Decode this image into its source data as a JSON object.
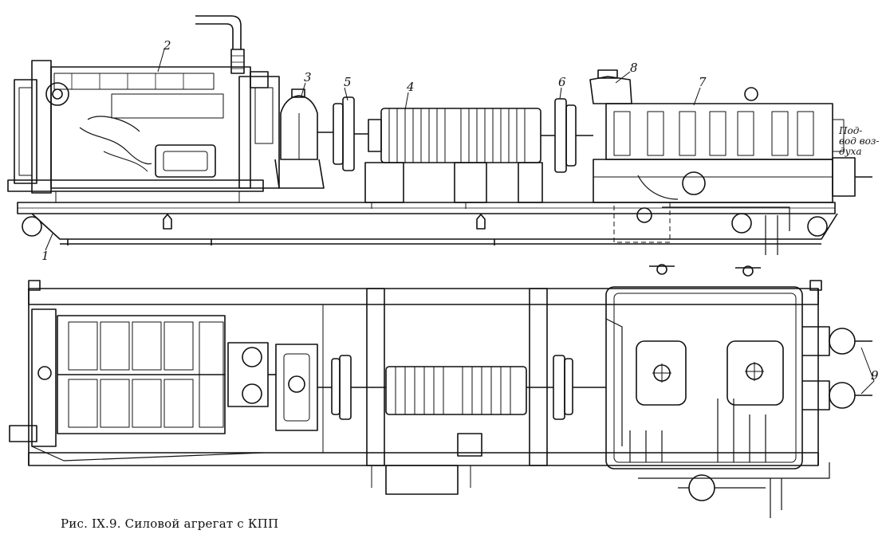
{
  "caption": "Рис. IX.9. Силовой агрегат с КПП",
  "callouts": [
    {
      "id": "1",
      "text": "1"
    },
    {
      "id": "2",
      "text": "2"
    },
    {
      "id": "3",
      "text": "3"
    },
    {
      "id": "4",
      "text": "4"
    },
    {
      "id": "5",
      "text": "5"
    },
    {
      "id": "6",
      "text": "6"
    },
    {
      "id": "7",
      "text": "7"
    },
    {
      "id": "8",
      "text": "8"
    },
    {
      "id": "9",
      "text": "9"
    }
  ],
  "air_supply_note": [
    "Под-",
    "вод воз-",
    "духа"
  ],
  "colors": {
    "ink": "#111111",
    "paper": "#ffffff"
  }
}
